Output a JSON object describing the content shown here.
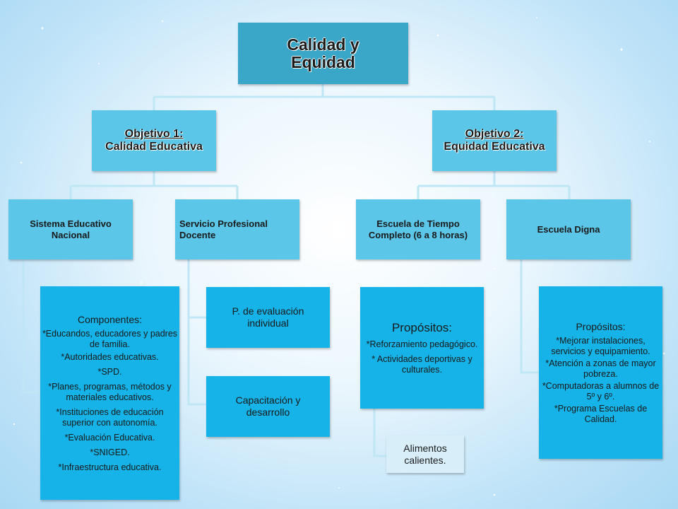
{
  "root": {
    "line1": "Calidad y",
    "line2": "Equidad"
  },
  "objective1": {
    "line1": "Objetivo 1:",
    "line2": "Calidad Educativa"
  },
  "objective2": {
    "line1": "Objetivo 2:",
    "line2": "Equidad Educativa"
  },
  "sistema": {
    "label": "Sistema Educativo Nacional"
  },
  "servicio": {
    "label": "Servicio Profesional Docente"
  },
  "escuela_tiempo": {
    "label": "Escuela de Tiempo Completo (6 a 8 horas)"
  },
  "escuela_digna": {
    "label": "Escuela Digna"
  },
  "componentes": {
    "title": "Componentes:",
    "items": [
      "*Educandos, educadores y padres de familia.",
      "*Autoridades educativas.",
      "*SPD.",
      "*Planes, programas, métodos y materiales educativos.",
      "*Instituciones de educación superior con autonomía.",
      "*Evaluación Educativa.",
      "*SNIGED.",
      "*Infraestructura educativa."
    ]
  },
  "evaluacion": {
    "label": "P. de evaluación individual"
  },
  "capacitacion": {
    "label": "Capacitación y desarrollo"
  },
  "propositos_tiempo": {
    "title": "Propósitos:",
    "items": [
      "*Reforzamiento pedagógico.",
      "* Actividades deportivas y culturales."
    ]
  },
  "alimentos": {
    "label": "Alimentos calientes."
  },
  "propositos_digna": {
    "title": "Propósitos:",
    "items": [
      "*Mejorar instalaciones, servicios y equipamiento.",
      "*Atención a zonas de mayor pobreza.",
      "*Computadoras a alumnos de 5º y 6º.",
      "*Programa Escuelas de Calidad."
    ]
  },
  "colors": {
    "root": "#3aa6c8",
    "level": "#5cc6e9",
    "leaf": "#15b3e8",
    "light_leaf": "#d8eff9",
    "connector": "#bfe6f5"
  }
}
